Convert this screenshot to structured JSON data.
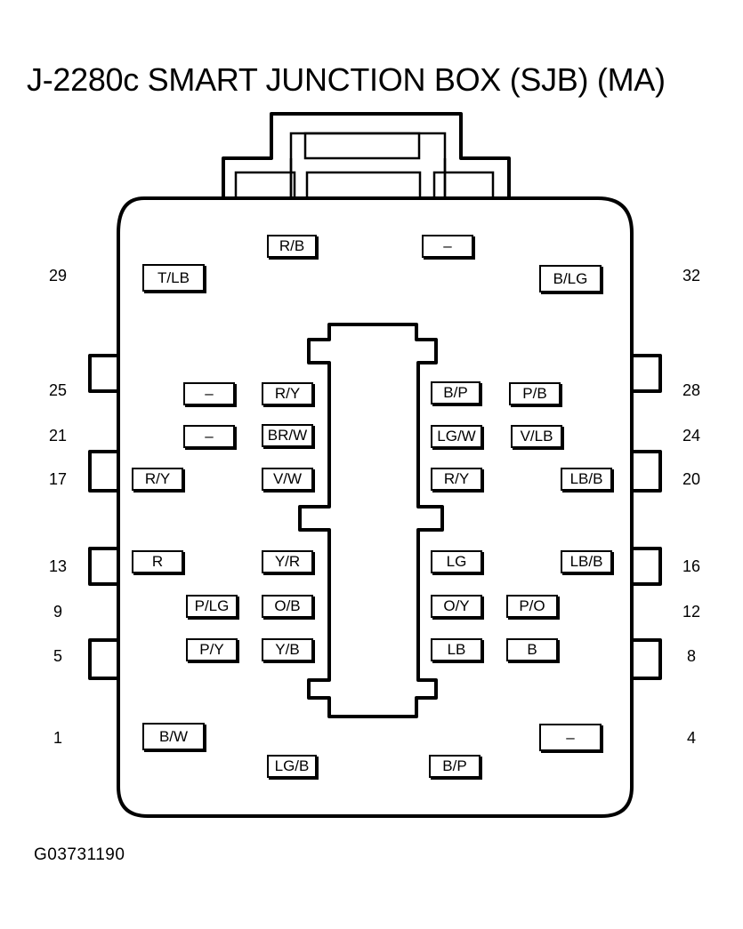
{
  "title": "J-2280c SMART JUNCTION BOX (SJB) (MA)",
  "figure_id": "G03731190",
  "cavity_numbers": {
    "n29": "29",
    "n32": "32",
    "n25": "25",
    "n28": "28",
    "n21": "21",
    "n24": "24",
    "n17": "17",
    "n20": "20",
    "n13": "13",
    "n16": "16",
    "n9": "9",
    "n12": "12",
    "n5": "5",
    "n8": "8",
    "n1": "1",
    "n4": "4"
  },
  "wires": {
    "top_rb": "R/B",
    "top_dash": "–",
    "tlb": "T/LB",
    "blg": "B/LG",
    "row25_dash": "–",
    "row25_ry": "R/Y",
    "row25_bp": "B/P",
    "row25_pb": "P/B",
    "row21_dash": "–",
    "row21_brw": "BR/W",
    "row21_lgw": "LG/W",
    "row21_vlb": "V/LB",
    "row17_ry_outer": "R/Y",
    "row17_vw": "V/W",
    "row17_ry_inner": "R/Y",
    "row17_lbb": "LB/B",
    "row13_r": "R",
    "row13_yr": "Y/R",
    "row13_lg": "LG",
    "row13_lbb": "LB/B",
    "row9_plg": "P/LG",
    "row9_ob": "O/B",
    "row9_oy": "O/Y",
    "row9_po": "P/O",
    "row5_py": "P/Y",
    "row5_yb": "Y/B",
    "row5_lb": "LB",
    "row5_b": "B",
    "bw": "B/W",
    "bottom_right_dash": "–",
    "bottom_lgb": "LG/B",
    "bottom_bp": "B/P"
  }
}
